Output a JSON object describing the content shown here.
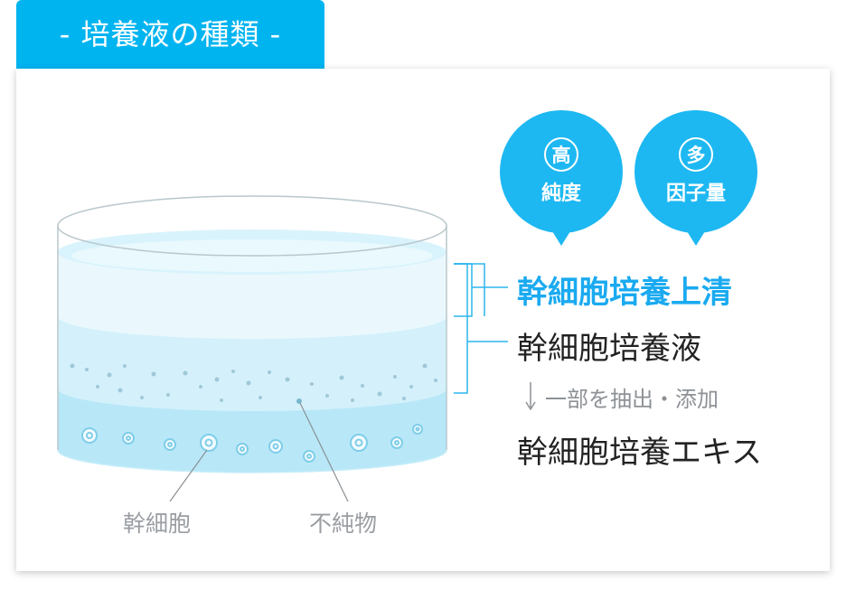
{
  "header": {
    "title": "- 培養液の種類 -"
  },
  "badges": [
    {
      "char": "高",
      "word": "純度"
    },
    {
      "char": "多",
      "word": "因子量"
    }
  ],
  "labels": {
    "supernatant": "幹細胞培養上清",
    "culture_fluid": "幹細胞培養液",
    "extract_note": "一部を抽出・添加",
    "extract": "幹細胞培養エキス",
    "stem_cell": "幹細胞",
    "impurity": "不純物"
  },
  "colors": {
    "accent": "#00b4f0",
    "bubble": "#1db8f2",
    "text": "#222222",
    "muted": "#9a9ea3"
  }
}
